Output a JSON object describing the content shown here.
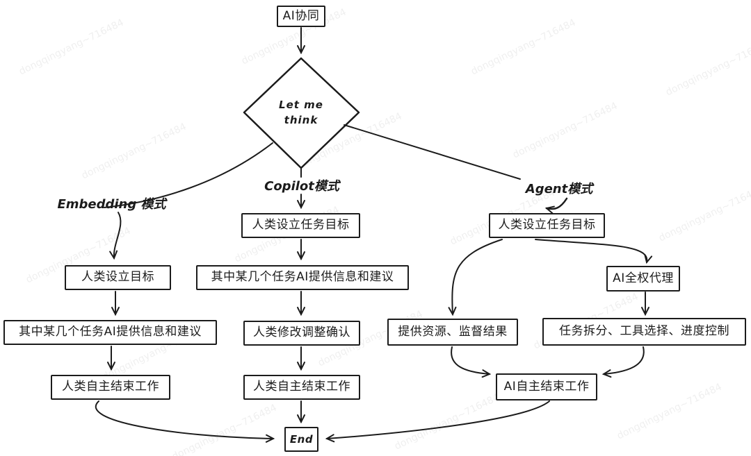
{
  "title": "AI collaboration modes flowchart",
  "watermark": "dongqingyang~716484",
  "colors": {
    "stroke": "#1b1b1b",
    "background": "#ffffff",
    "watermark_tint": "rgba(27,27,27,0.07)"
  },
  "nodes": [
    {
      "id": "start",
      "shape": "rectangle",
      "label": "AI协同"
    },
    {
      "id": "decision",
      "shape": "diamond",
      "label": "Let me think"
    },
    {
      "id": "embedding-label",
      "shape": "text",
      "label": "Embedding 模式"
    },
    {
      "id": "copilot-label",
      "shape": "text",
      "label": "Copilot模式"
    },
    {
      "id": "agent-label",
      "shape": "text",
      "label": "Agent模式"
    },
    {
      "id": "e1",
      "shape": "rectangle",
      "label": "人类设立目标"
    },
    {
      "id": "e2",
      "shape": "rectangle",
      "label": "其中某几个任务AI提供信息和建议"
    },
    {
      "id": "e3",
      "shape": "rectangle",
      "label": "人类自主结束工作"
    },
    {
      "id": "c1",
      "shape": "rectangle",
      "label": "人类设立任务目标"
    },
    {
      "id": "c2",
      "shape": "rectangle",
      "label": "其中某几个任务AI提供信息和建议"
    },
    {
      "id": "c3",
      "shape": "rectangle",
      "label": "人类修改调整确认"
    },
    {
      "id": "c4",
      "shape": "rectangle",
      "label": "人类自主结束工作"
    },
    {
      "id": "a1",
      "shape": "rectangle",
      "label": "人类设立任务目标"
    },
    {
      "id": "a2",
      "shape": "rectangle",
      "label": "AI全权代理"
    },
    {
      "id": "a3",
      "shape": "rectangle",
      "label": "提供资源、监督结果"
    },
    {
      "id": "a4",
      "shape": "rectangle",
      "label": "任务拆分、工具选择、进度控制"
    },
    {
      "id": "a5",
      "shape": "rectangle",
      "label": "AI自主结束工作"
    },
    {
      "id": "end",
      "shape": "rectangle",
      "label": "End"
    }
  ],
  "edges": [
    {
      "from": "start",
      "to": "decision",
      "arrowhead": true
    },
    {
      "from": "decision",
      "to": "embedding-label",
      "arrowhead": false
    },
    {
      "from": "embedding-label",
      "to": "e1",
      "arrowhead": true
    },
    {
      "from": "decision",
      "to": "copilot-label",
      "arrowhead": false
    },
    {
      "from": "copilot-label",
      "to": "c1",
      "arrowhead": true
    },
    {
      "from": "decision",
      "to": "agent-label",
      "arrowhead": false
    },
    {
      "from": "agent-label",
      "to": "a1",
      "arrowhead": true
    },
    {
      "from": "e1",
      "to": "e2",
      "arrowhead": true
    },
    {
      "from": "e2",
      "to": "e3",
      "arrowhead": true
    },
    {
      "from": "e3",
      "to": "end",
      "arrowhead": true
    },
    {
      "from": "c1",
      "to": "c2",
      "arrowhead": true
    },
    {
      "from": "c2",
      "to": "c3",
      "arrowhead": true
    },
    {
      "from": "c3",
      "to": "c4",
      "arrowhead": true
    },
    {
      "from": "c4",
      "to": "end",
      "arrowhead": true
    },
    {
      "from": "a1",
      "to": "a3",
      "arrowhead": true
    },
    {
      "from": "a1",
      "to": "a2",
      "arrowhead": true
    },
    {
      "from": "a2",
      "to": "a4",
      "arrowhead": true
    },
    {
      "from": "a3",
      "to": "a5",
      "arrowhead": true
    },
    {
      "from": "a4",
      "to": "a5",
      "arrowhead": true
    },
    {
      "from": "a5",
      "to": "end",
      "arrowhead": true
    }
  ]
}
